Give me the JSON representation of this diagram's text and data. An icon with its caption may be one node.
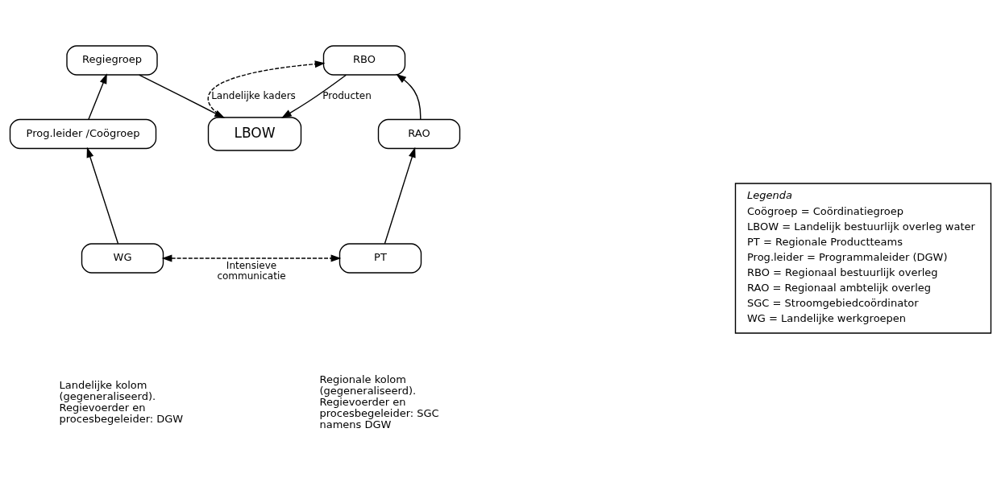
{
  "diagram": {
    "nodes": [
      {
        "text": [
          "LBOW"
        ]
      },
      {
        "text": [
          "Regiegroep"
        ]
      },
      {
        "text": [
          "Prog.leider /Coögroep"
        ]
      },
      {
        "text": [
          "WG"
        ]
      },
      {
        "text": [
          "RBO"
        ]
      },
      {
        "text": [
          "RAO"
        ]
      },
      {
        "text": [
          "PT"
        ]
      },
      {
        "text": [
          "Legenda",
          "Coögroep = Coördinatiegroep",
          "LBOW = Landelijk bestuurlijk overleg water",
          "PT = Regionale Productteams",
          "Prog.leider = Programmaleider (DGW)",
          "RBO = Regionaal bestuurlijk overleg",
          "RAO = Regionaal ambtelijk overleg",
          "SGC = Stroomgebiedcoördinator",
          "WG = Landelijke werkgroepen"
        ]
      }
    ],
    "edges": [
      {
        "from": 1,
        "to": 0,
        "arrow": "to"
      },
      {
        "from": 2,
        "to": 1,
        "arrow": "to"
      },
      {
        "from": 3,
        "to": 2,
        "arrow": "to"
      },
      {
        "from": 4,
        "to": 0,
        "arrow": "to",
        "label": "Producten"
      },
      {
        "from": 0,
        "to": 4,
        "arrow": "to",
        "label": "Landelijke kaders",
        "style": "dashed"
      },
      {
        "from": 6,
        "to": 5,
        "arrow": "to"
      },
      {
        "from": 5,
        "to": 4,
        "arrow": "to"
      },
      {
        "from": 3,
        "to": 6,
        "arrow": "both",
        "label": "Intensieve communicatie",
        "style": "dashed"
      }
    ],
    "labels": [
      "Landelijke kolom (gegeneraliseerd). Regievoerder en procesbegeleider: DGW",
      "Regionale kolom (gegeneraliseerd). Regievoerder en procesbegeleider: SGC namens DGW"
    ]
  }
}
